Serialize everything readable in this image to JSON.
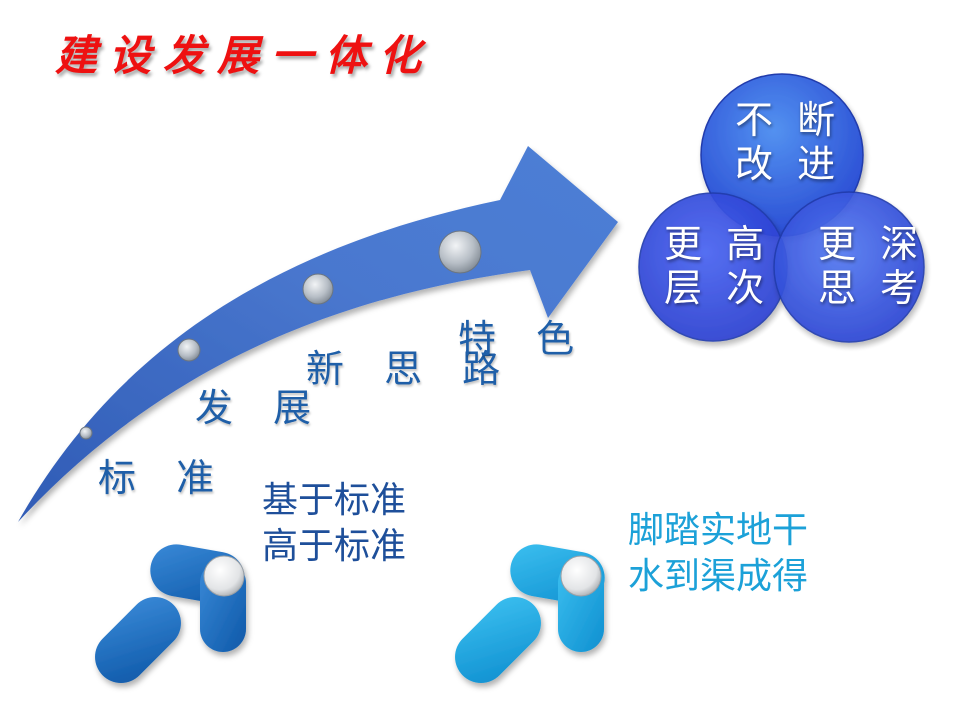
{
  "title": "建设发展一体化",
  "steps": [
    {
      "label": "标 准"
    },
    {
      "label": "发 展"
    },
    {
      "label": "新 思 路"
    },
    {
      "label": "特 色"
    }
  ],
  "circles": [
    {
      "line1": "不 断",
      "line2": "改 进"
    },
    {
      "line1": "更 高",
      "line2": "层 次"
    },
    {
      "line1": "更 深",
      "line2": "思 考"
    }
  ],
  "text_groups": [
    {
      "line1": "基于标准",
      "line2": "高于标准"
    },
    {
      "line1": "脚踏实地干",
      "line2": "水到渠成得"
    }
  ],
  "colors": {
    "title": "#ee1111",
    "arrow": "#3d6fc4",
    "step_text": "#1f5fa8",
    "circle": "#2a4fe0",
    "text_group_1": "#1e4f9a",
    "text_group_2": "#1ca1d8"
  }
}
